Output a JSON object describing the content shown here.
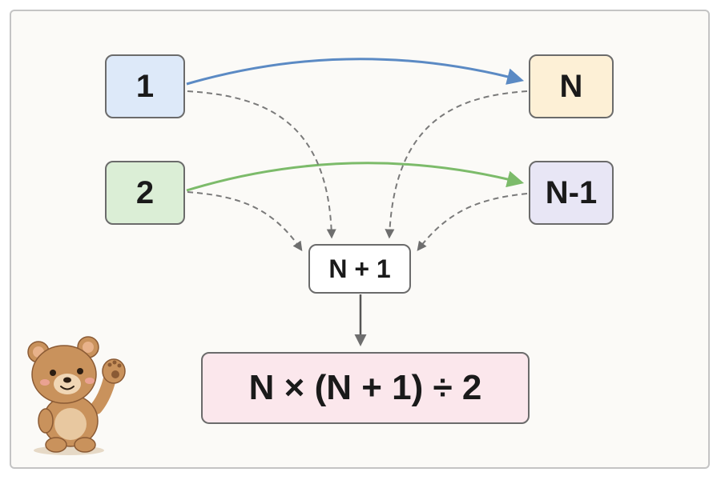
{
  "nodes": {
    "one": "1",
    "two": "2",
    "n": "N",
    "n_minus_1": "N-1",
    "n_plus_1": "N + 1",
    "formula": "N × (N + 1) ÷ 2"
  },
  "colors": {
    "arrow_one_to_n": "#5b8ac4",
    "arrow_two_to_n_minus_1": "#7cbb6a",
    "dashed_arrows": "#7a7a7a",
    "node_one_fill": "#dde9f9",
    "node_two_fill": "#dbeed6",
    "node_n_fill": "#fdf0d6",
    "node_n_minus_1_fill": "#e8e6f5",
    "node_formula_fill": "#fbe7ec"
  },
  "decoration": "teddy-bear-waving"
}
